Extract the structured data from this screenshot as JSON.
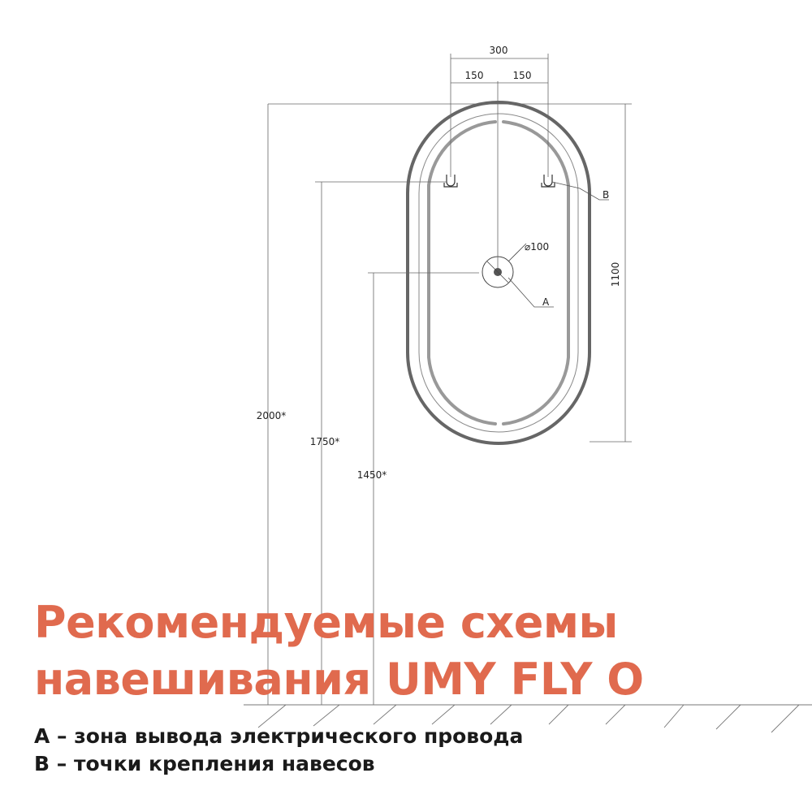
{
  "dimensions": {
    "total_width": "300",
    "half_left": "150",
    "half_right": "150",
    "height": "1100",
    "socket_diameter": "⌀100",
    "floor_to_top": "2000*",
    "floor_to_hooks": "1750*",
    "floor_to_socket": "1450*"
  },
  "callouts": {
    "a": "A",
    "b": "B"
  },
  "heading": {
    "line1": "Рекомендуемые схемы",
    "line2": "навешивания UMY FLY O"
  },
  "legend": [
    {
      "text": "А – зона вывода электрического провода"
    },
    {
      "text": "В – точки крепления навесов"
    }
  ],
  "colors": {
    "accent": "#e06a4e",
    "text": "#1a1a1a",
    "line": "#555555"
  }
}
